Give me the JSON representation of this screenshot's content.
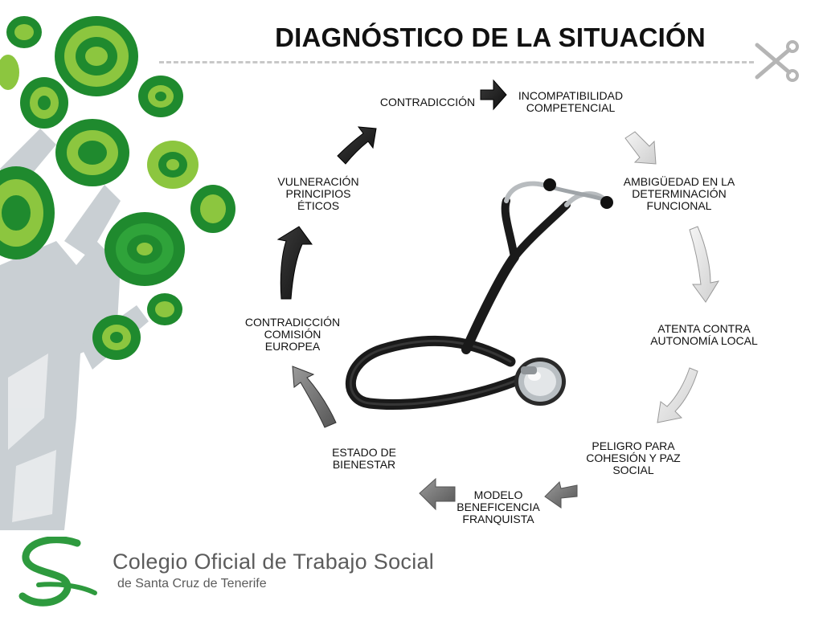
{
  "slide": {
    "title": "DIAGNÓSTICO DE LA SITUACIÓN"
  },
  "cycle": {
    "nodes": [
      {
        "id": "contradiccion",
        "text": "CONTRADICCIÓN"
      },
      {
        "id": "incompatibilidad",
        "text": "INCOMPATIBILIDAD\nCOMPETENCIAL"
      },
      {
        "id": "ambiguedad",
        "text": "AMBIGÜEDAD EN LA\nDETERMINACIÓN\nFUNCIONAL"
      },
      {
        "id": "autonomia",
        "text": "ATENTA CONTRA\nAUTONOMÍA LOCAL"
      },
      {
        "id": "peligro",
        "text": "PELIGRO PARA\nCOHESIÓN Y PAZ\nSOCIAL"
      },
      {
        "id": "modelo",
        "text": "MODELO\nBENEFICENCIA\nFRANQUISTA"
      },
      {
        "id": "estado",
        "text": "ESTADO DE\nBIENESTAR"
      },
      {
        "id": "contradiccion_ce",
        "text": "CONTRADICCIÓN\nCOMISIÓN\nEUROPEA"
      },
      {
        "id": "vulneracion",
        "text": "VULNERACIÓN\nPRINCIPIOS\nÉTICOS"
      }
    ]
  },
  "colors": {
    "tree_green_dark": "#1f8a2e",
    "tree_green_light": "#8cc63f",
    "tree_trunk": "#c9cfd3",
    "arrow_dark": "#1c1c1c",
    "arrow_light": "#e2e2e2",
    "logo_green": "#2e9a3e"
  },
  "icons": [
    "scissors-icon",
    "stethoscope-illustration",
    "tree-illustration",
    "logo-s-icon"
  ],
  "logo": {
    "line1": "Colegio Oficial de Trabajo Social",
    "line2": "de Santa Cruz de Tenerife"
  }
}
